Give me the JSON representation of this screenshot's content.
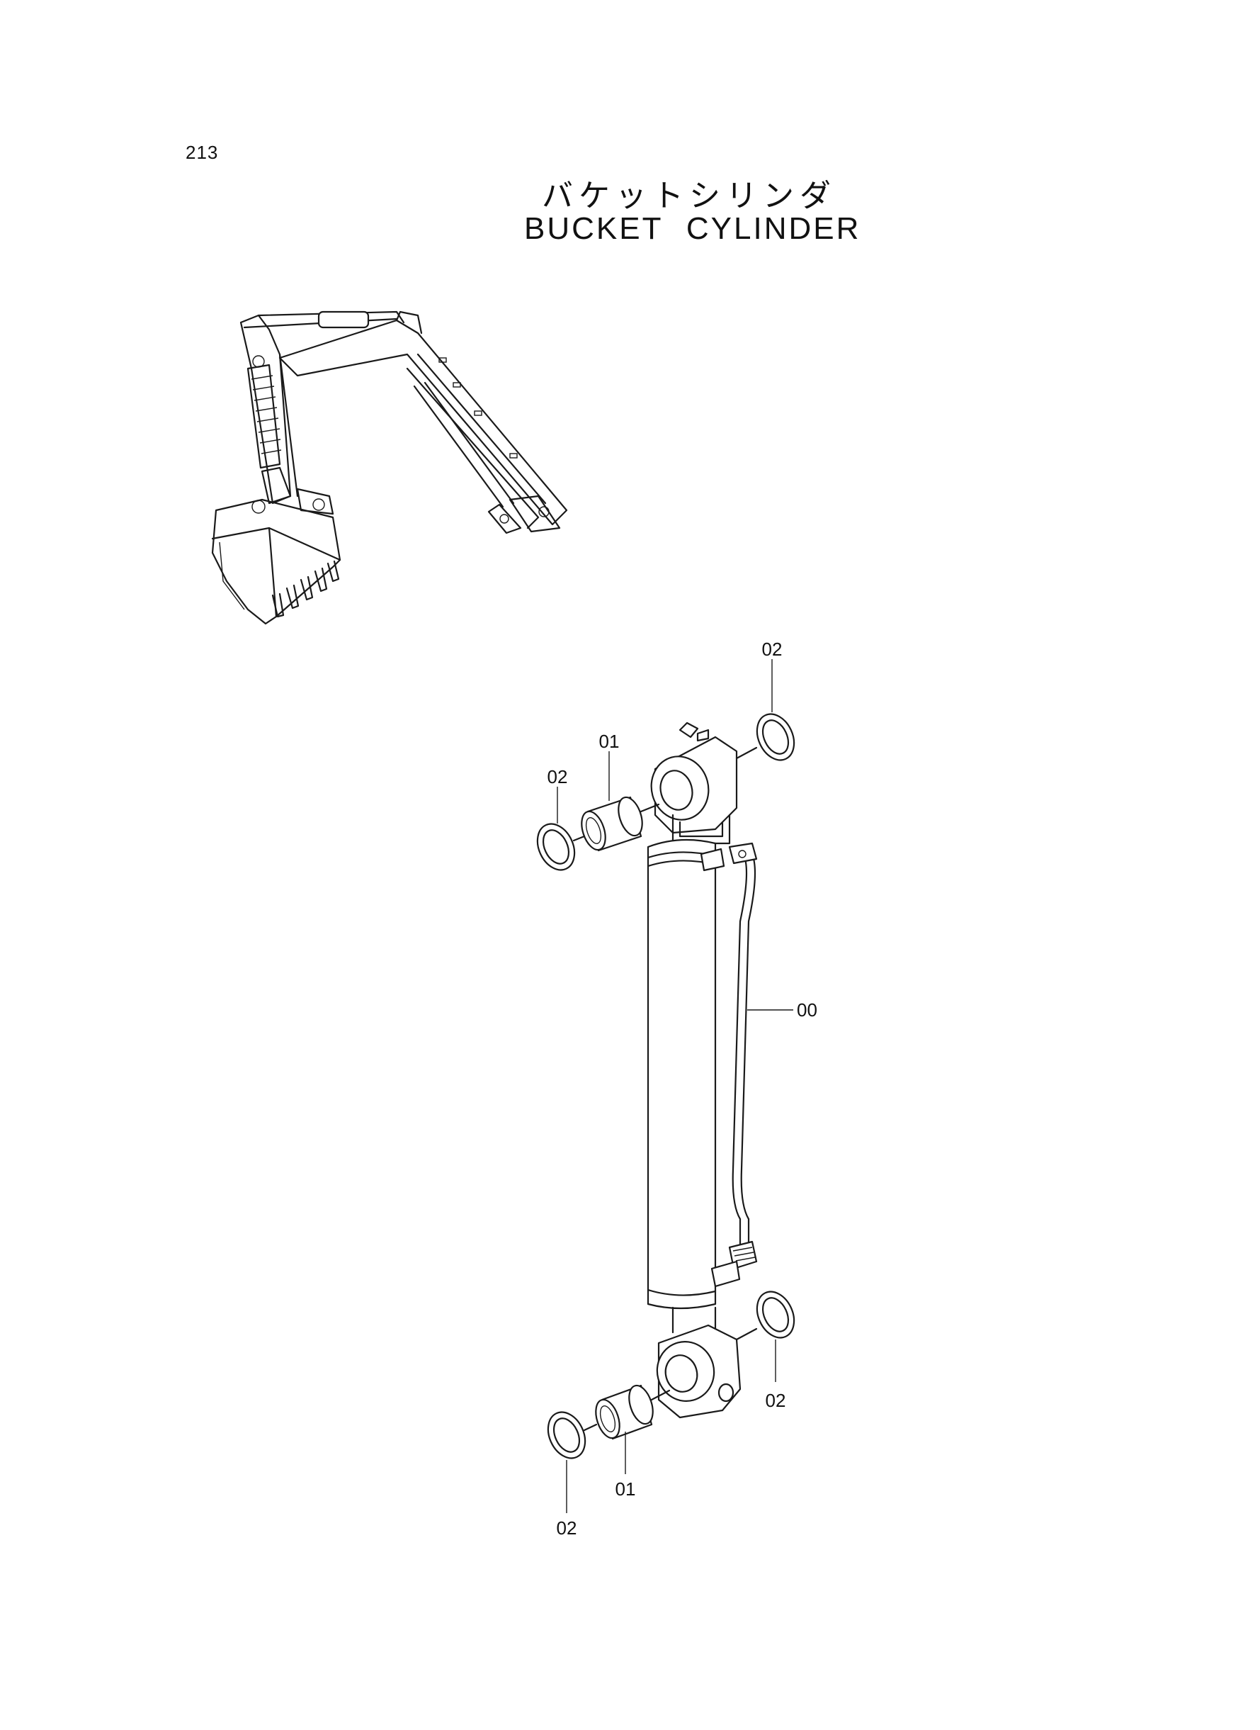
{
  "page": {
    "number": "213",
    "title_jp": "バケットシリンダ",
    "title_en": "BUCKET CYLINDER"
  },
  "callouts": [
    {
      "id": "c-top-right-02",
      "label": "02"
    },
    {
      "id": "c-top-01",
      "label": "01"
    },
    {
      "id": "c-top-left-02",
      "label": "02"
    },
    {
      "id": "c-pipe-00",
      "label": "00"
    },
    {
      "id": "c-bottom-right-02",
      "label": "02"
    },
    {
      "id": "c-bottom-01",
      "label": "01"
    },
    {
      "id": "c-bottom-left-02",
      "label": "02"
    }
  ]
}
